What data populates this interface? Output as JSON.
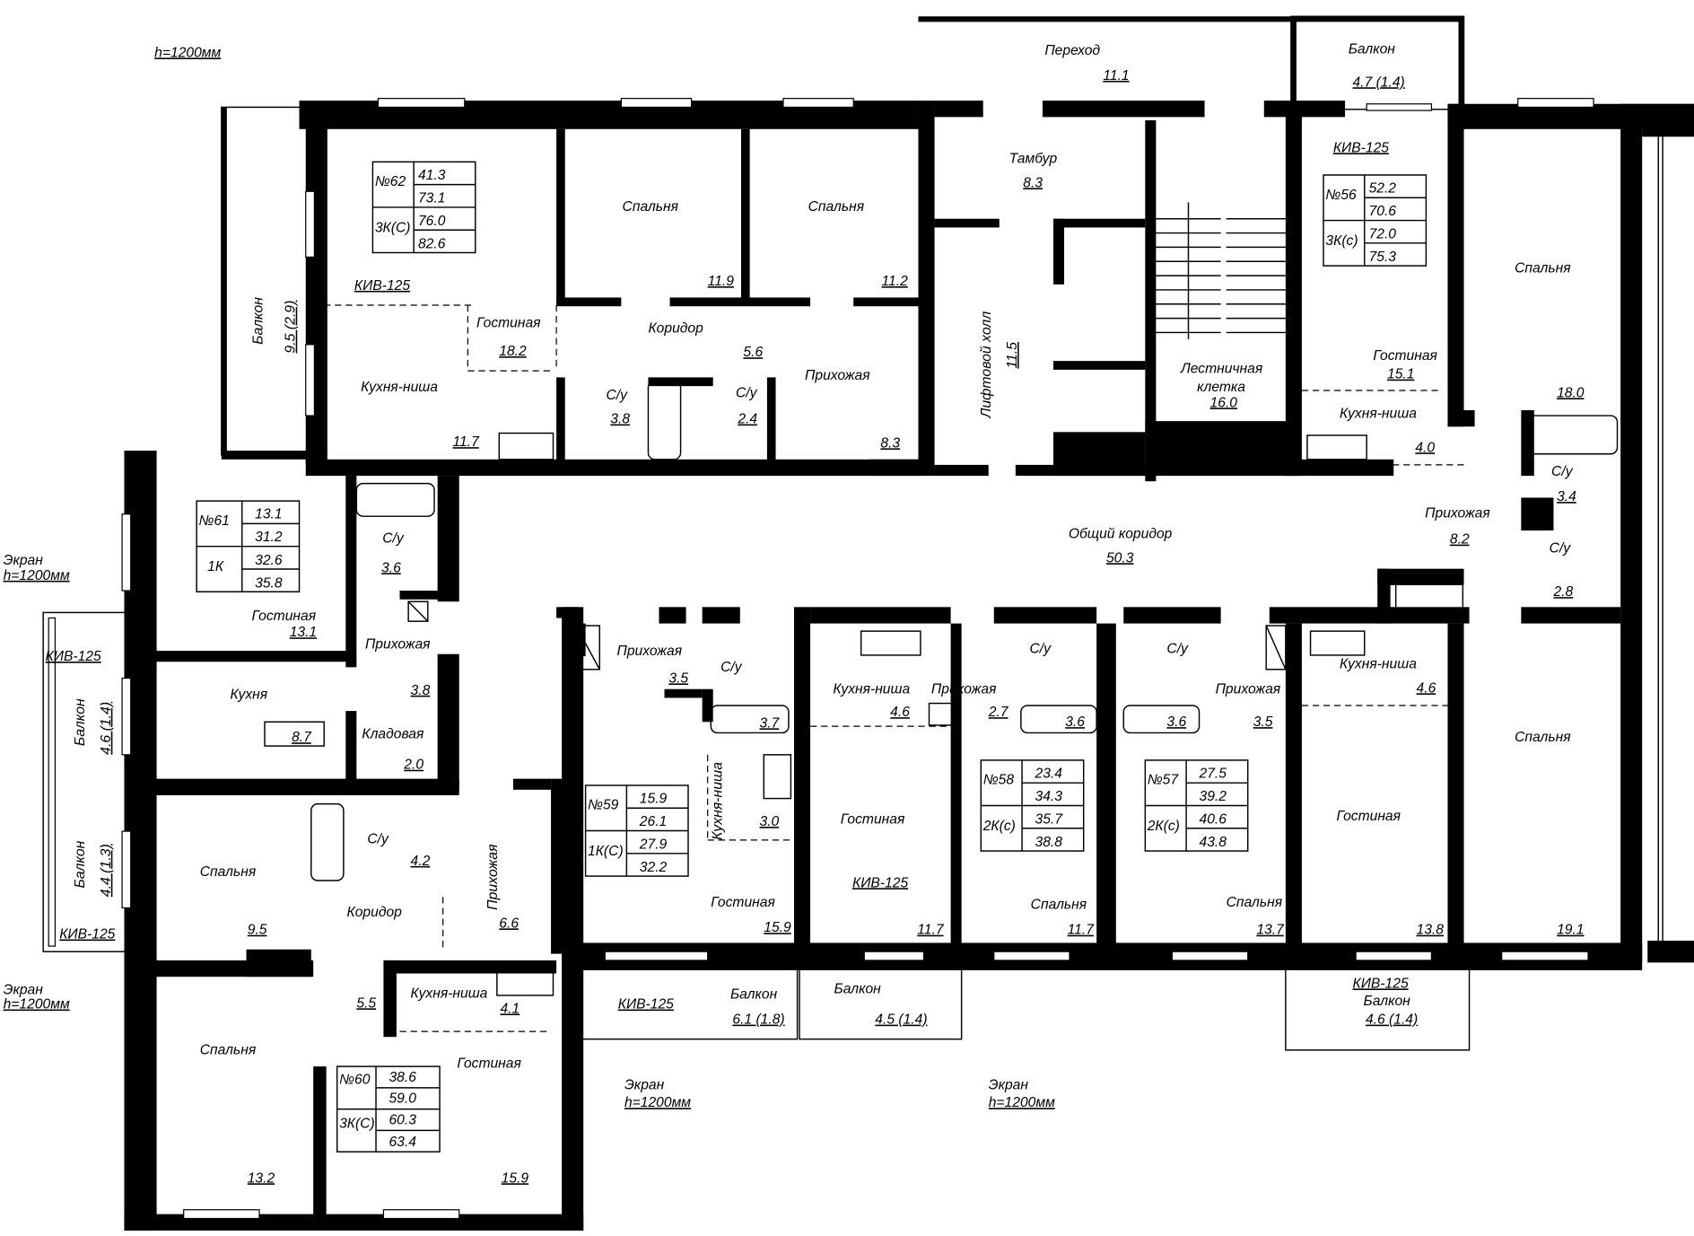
{
  "notes": {
    "top_h": "h=1200мм",
    "screen_left_top": [
      "Экран",
      "h=1200мм"
    ],
    "screen_left_bottom": [
      "Экран",
      "h=1200мм"
    ],
    "screen_bottom_1": [
      "Экран",
      "h=1200мм"
    ],
    "screen_bottom_2": [
      "Экран",
      "h=1200мм"
    ],
    "kiv": "КИВ-125"
  },
  "common": {
    "transition": {
      "name": "Переход",
      "area": "11.1"
    },
    "balcony_top": {
      "name": "Балкон",
      "area": "4.7 (1.4)"
    },
    "vestibule": {
      "name": "Тамбур",
      "area": "8.3"
    },
    "lift_hall": {
      "name": "Лифтовой холл",
      "area": "11.5"
    },
    "stairs": {
      "name1": "Лестничная",
      "name2": "клетка",
      "area": "16.0"
    },
    "corridor": {
      "name": "Общий коридор",
      "area": "50.3"
    }
  },
  "apartments": {
    "a62": {
      "no": "№62",
      "type": "3К(С)",
      "areas": [
        "41.3",
        "73.1",
        "76.0",
        "82.6"
      ],
      "rooms": {
        "balcony": "Балкон",
        "balcony_area": "9.5 (2.9)",
        "living": "Гостиная",
        "living_area": "18.2",
        "kitchen": "Кухня-ниша",
        "kitchen_area": "11.7",
        "bed1": "Спальня",
        "bed1_area": "11.9",
        "bed2": "Спальня",
        "bed2_area": "11.2",
        "corr": "Коридор",
        "corr_area": "5.6",
        "wc1": "С/у",
        "wc1_area": "3.8",
        "wc2": "С/у",
        "wc2_area": "2.4",
        "hall": "Прихожая",
        "hall_area": "8.3"
      }
    },
    "a56": {
      "no": "№56",
      "type": "3К(с)",
      "areas": [
        "52.2",
        "70.6",
        "72.0",
        "75.3"
      ],
      "rooms": {
        "bed1": "Спальня",
        "bed1_area": "18.0",
        "living": "Гостиная",
        "living_area": "15.1",
        "kitchen": "Кухня-ниша",
        "kitchen_area": "4.0",
        "wc1": "С/у",
        "wc1_area": "3.4",
        "wc2": "С/у",
        "wc2_area": "2.8",
        "hall": "Прихожая",
        "hall_area": "8.2",
        "bed2": "Спальня",
        "bed2_area": "19.1"
      }
    },
    "a61": {
      "no": "№61",
      "type": "1К",
      "areas": [
        "13.1",
        "31.2",
        "32.6",
        "35.8"
      ],
      "rooms": {
        "wc": "С/у",
        "wc_area": "3.6",
        "living": "Гостиная",
        "living_area": "13.1",
        "hall": "Прихожая",
        "hall_area": "3.8",
        "kitchen": "Кухня",
        "kitchen_area": "8.7",
        "store": "Кладовая",
        "store_area": "2.0",
        "balcony": "Балкон",
        "balcony_area": "4.6 (1.4)"
      }
    },
    "a60": {
      "no": "№60",
      "type": "3К(С)",
      "areas": [
        "38.6",
        "59.0",
        "60.3",
        "63.4"
      ],
      "rooms": {
        "balcony": "Балкон",
        "balcony_area": "4.4 (1.3)",
        "bed1": "Спальня",
        "bed1_area": "9.5",
        "wc": "С/у",
        "wc_area": "4.2",
        "corr": "Коридор",
        "hall": "Прихожая",
        "hall_area": "6.6",
        "bed2": "Спальня",
        "bed2_area": "13.2",
        "corr_area": "5.5",
        "kitchen": "Кухня-ниша",
        "kitchen_area": "4.1",
        "living": "Гостиная",
        "living_area": "15.9"
      }
    },
    "a59": {
      "no": "№59",
      "type": "1К(С)",
      "areas": [
        "15.9",
        "26.1",
        "27.9",
        "32.2"
      ],
      "rooms": {
        "hall": "Прихожая",
        "hall_area": "3.5",
        "wc": "С/у",
        "wc_area": "3.7",
        "kitchen": "Кухня-ниша",
        "kitchen_area": "3.0",
        "living": "Гостиная",
        "living_area": "15.9",
        "balcony": "Балкон",
        "balcony_area": "6.1 (1.8)"
      }
    },
    "a58": {
      "no": "№58",
      "type": "2К(с)",
      "areas": [
        "23.4",
        "34.3",
        "35.7",
        "38.8"
      ],
      "rooms": {
        "kitchen": "Кухня-ниша",
        "kitchen_area": "4.6",
        "hall": "Прихожая",
        "hall_area": "2.7",
        "living": "Гостиная",
        "living_area": "11.7",
        "wc": "С/у",
        "wc_area": "3.6",
        "bed": "Спальня",
        "bed_area": "11.7",
        "balcony": "Балкон",
        "balcony_area": "4.5 (1.4)"
      }
    },
    "a57": {
      "no": "№57",
      "type": "2К(с)",
      "areas": [
        "27.5",
        "39.2",
        "40.6",
        "43.8"
      ],
      "rooms": {
        "wc": "С/у",
        "wc_area": "3.6",
        "hall": "Прихожая",
        "hall_area": "3.5",
        "kitchen": "Кухня-ниша",
        "kitchen_area": "4.6",
        "living": "Гостиная",
        "living_area": "13.8",
        "bed": "Спальня",
        "bed_area": "13.7",
        "balcony": "Балкон",
        "balcony_area": "4.6 (1.4)"
      }
    }
  }
}
